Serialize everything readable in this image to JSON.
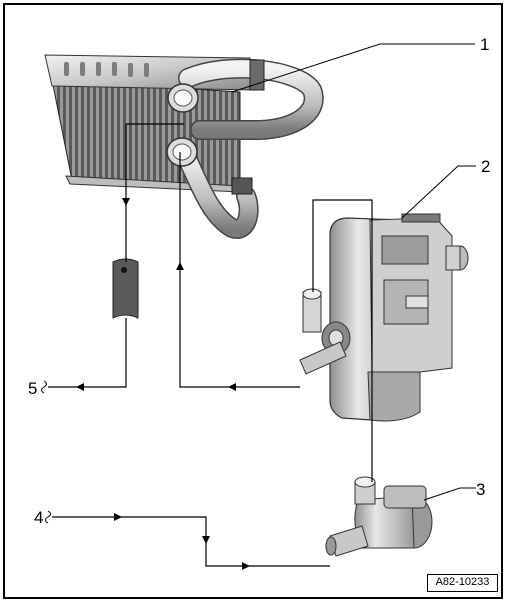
{
  "callouts": {
    "c1": "1",
    "c2": "2",
    "c3": "3",
    "c4": "4",
    "c5": "5"
  },
  "reference_code": "A82-10233",
  "colors": {
    "line": "#000000",
    "part_light": "#e6e6e6",
    "part_mid": "#b8b8b8",
    "part_dark": "#6e6e6e",
    "part_shadow": "#3c3c3c"
  }
}
